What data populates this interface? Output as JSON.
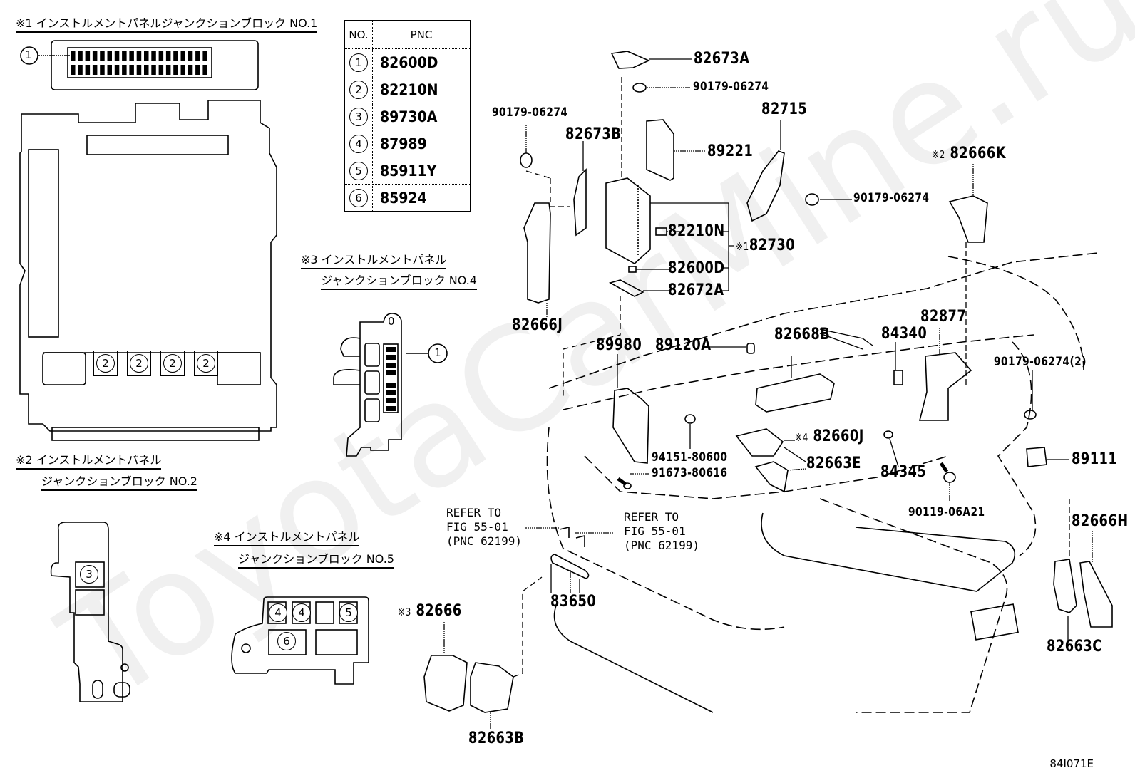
{
  "watermark": "ToyotaCarMine.ru",
  "figure_code": "84I071E",
  "pnc_table": {
    "headers": {
      "no": "NO.",
      "pnc": "PNC"
    },
    "rows": [
      {
        "no": "1",
        "pnc": "82600D"
      },
      {
        "no": "2",
        "pnc": "82210N"
      },
      {
        "no": "3",
        "pnc": "89730A"
      },
      {
        "no": "4",
        "pnc": "87989"
      },
      {
        "no": "5",
        "pnc": "85911Y"
      },
      {
        "no": "6",
        "pnc": "85924"
      }
    ]
  },
  "junction_blocks": {
    "jb1": {
      "title": "※1 インストルメントパネルジャンクションブロック NO.1",
      "callout": "1",
      "slots": [
        "2",
        "2",
        "2",
        "2"
      ]
    },
    "jb2": {
      "title_line1": "※2 インストルメントパネル",
      "title_line2": "ジャンクションブロック NO.2",
      "callout": "3"
    },
    "jb4": {
      "title_line1": "※3 インストルメントパネル",
      "title_line2": "ジャンクションブロック NO.4",
      "callout": "1",
      "boss": "0"
    },
    "jb5": {
      "title_line1": "※4 インストルメントパネル",
      "title_line2": "ジャンクションブロック NO.5",
      "slots": [
        "4",
        "4",
        "",
        "5"
      ],
      "slot_bottom": "6"
    }
  },
  "parts": {
    "p82673A": "82673A",
    "p90179_top": "90179-06274",
    "p90179_left": "90179-06274",
    "p82673B": "82673B",
    "p89221": "89221",
    "p82715": "82715",
    "p90179_right": "90179-06274",
    "p82666K_mark": "※2",
    "p82666K": "82666K",
    "p82210N": "82210N",
    "p82730_mark": "※1",
    "p82730": "82730",
    "p82600D": "82600D",
    "p82672A": "82672A",
    "p82666J": "82666J",
    "p89980": "89980",
    "p89120A": "89120A",
    "p82668B": "82668B",
    "p84340": "84340",
    "p82877": "82877",
    "p90179_2": "90179-06274(2)",
    "p82660J_mark": "※4",
    "p82660J": "82660J",
    "p94151": "94151-80600",
    "p91673": "91673-80616",
    "p82663E": "82663E",
    "p84345": "84345",
    "p89111": "89111",
    "p90119": "90119-06A21",
    "p82666H": "82666H",
    "p83650": "83650",
    "p82666_mark": "※3",
    "p82666": "82666",
    "p82663B": "82663B",
    "p82663C": "82663C"
  },
  "refs": {
    "left": "REFER TO\nFIG 55-01\n(PNC 62199)",
    "right": "REFER TO\nFIG 55-01\n(PNC 62199)"
  }
}
